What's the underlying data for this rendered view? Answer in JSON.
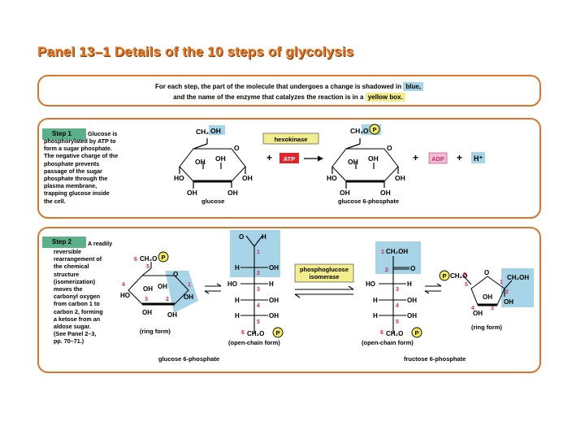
{
  "title": "Panel 13–1 Details of the 10 steps of glycolysis",
  "legend": {
    "line1_prefix": "For each step, the part of the molecule that undergoes a change is shadowed in",
    "line1_highlight": "blue,",
    "line2_prefix": "and the name of the enzyme that catalyzes the reaction is in a",
    "line2_highlight": "yellow box."
  },
  "step1": {
    "tag": "Step 1",
    "description": [
      "Glucose is",
      "phosphorylated by ATP to",
      "form a sugar phosphate.",
      "The negative charge of the",
      "phosphate prevents",
      "passage of the sugar",
      "phosphate through the",
      "plasma membrane,",
      "trapping glucose inside",
      "the cell."
    ],
    "enzyme": "hexokinase",
    "substrate_name": "glucose",
    "product_name": "glucose 6-phosphate",
    "atp": "ATP",
    "adp": "ADP",
    "plus": "+",
    "proton": "H⁺",
    "ch2oh": "CH₂OH",
    "ch2o": "CH₂O",
    "p": "P",
    "oh": "OH",
    "ho": "HO",
    "o": "O"
  },
  "step2": {
    "tag": "Step 2",
    "description": [
      "A readily",
      "reversible",
      "rearrangement of",
      "the chemical",
      "structure",
      "(isomerization)",
      "moves the",
      "carbonyl oxygen",
      "from carbon 1 to",
      "carbon 2, forming",
      "a ketose from an",
      "aldose sugar.",
      "(See Panel 2–3,",
      "pp. 70–71.)"
    ],
    "enzyme_line1": "phosphoglucose",
    "enzyme_line2": "isomerase",
    "ring_form": "(ring form)",
    "open_chain_form": "(open-chain form)",
    "left_name": "glucose 6-phosphate",
    "right_name": "fructose 6-phosphate",
    "numbers": [
      "1",
      "2",
      "3",
      "4",
      "5",
      "6"
    ]
  },
  "colors": {
    "title": "#e8731e",
    "border": "#d8752e",
    "step_tag": "#5bb08a",
    "highlight_blue": "#a6d3e6",
    "enzyme_yellow": "#f2ee8e",
    "phosphate": "#f4ec5a",
    "carbon_number": "#d2236b",
    "atp_red": "#e0262b",
    "adp_pink": "#f4bcd6"
  }
}
